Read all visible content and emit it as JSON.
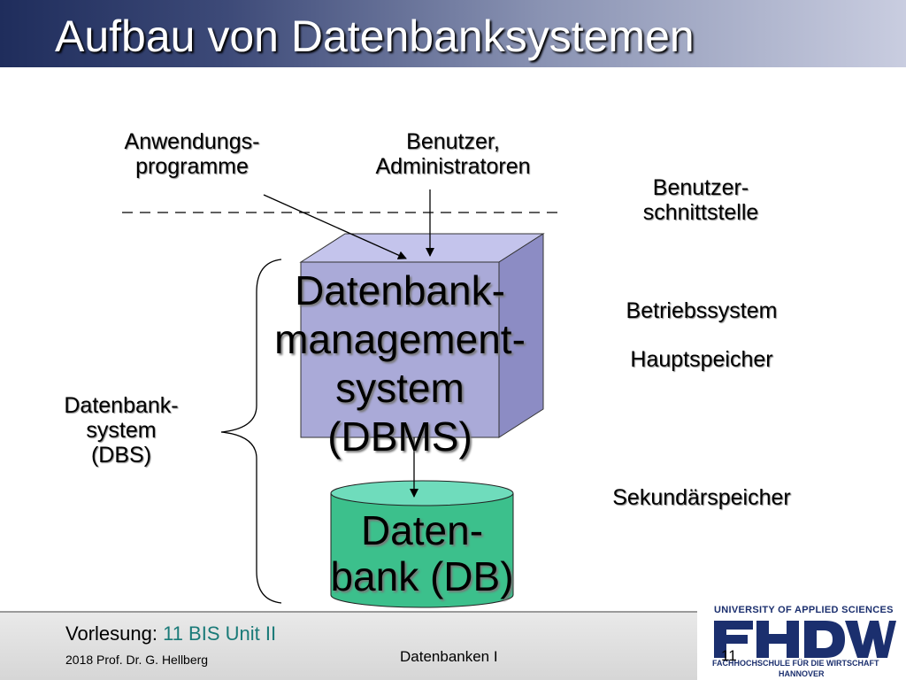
{
  "title": "Aufbau von Datenbanksystemen",
  "labels": {
    "anwendungsprogramme": [
      "Anwendungs-",
      "programme"
    ],
    "benutzer": [
      "Benutzer,",
      "Administratoren"
    ],
    "benutzerschnittstelle": [
      "Benutzer-",
      "schnittstelle"
    ],
    "betriebssystem": "Betriebssystem",
    "hauptspeicher": "Hauptspeicher",
    "sekundaerspeicher": "Sekundärspeicher",
    "dbs": [
      "Datenbank-",
      "system",
      "(DBS)"
    ],
    "dbms": [
      "Datenbank-",
      "management-",
      "system",
      "(DBMS)"
    ],
    "db": [
      "Daten-",
      "bank (DB)"
    ]
  },
  "footer": {
    "lecture_label": "Vorlesung:",
    "lecture_value": "11 BIS Unit II",
    "author": "2018 Prof. Dr. G. Hellberg",
    "course": "Datenbanken I",
    "page": "11"
  },
  "logo": {
    "top": "UNIVERSITY OF APPLIED SCIENCES",
    "name": "FHDW",
    "bottom1": "FACHHOCHSCHULE FÜR DIE WIRTSCHAFT",
    "bottom2": "HANNOVER"
  },
  "colors": {
    "cube_front": "#aaaad8",
    "cube_top": "#c4c4ec",
    "cube_side": "#8c8cc4",
    "cylinder_body": "#3cc08c",
    "cylinder_top": "#6fdcbc",
    "lecture_value": "#1a7a78",
    "logo": "#1b2f6e"
  }
}
